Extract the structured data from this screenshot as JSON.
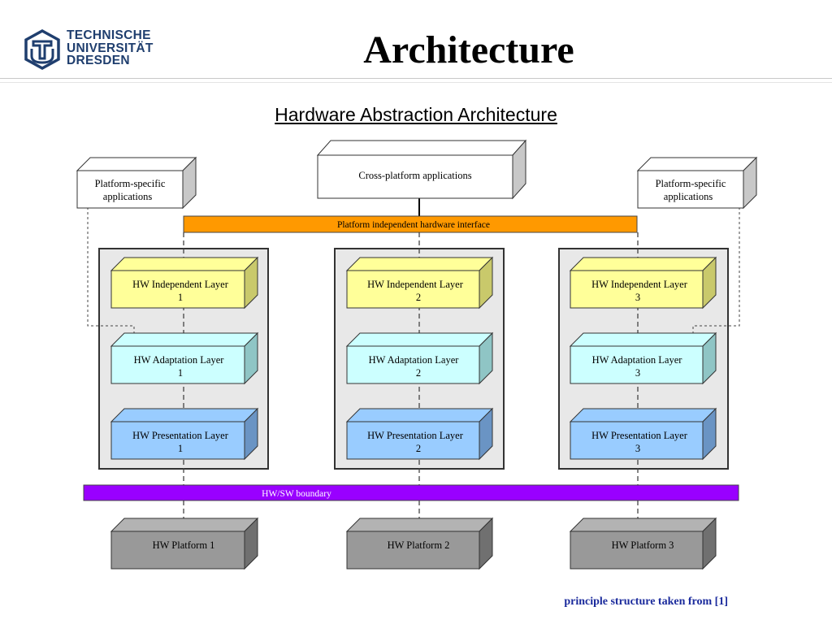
{
  "slide": {
    "title": "Architecture",
    "subtitle": "Hardware Abstraction Architecture",
    "footnote": "principle structure taken from [1]"
  },
  "logo": {
    "lines": [
      "TECHNISCHE",
      "UNIVERSITÄT",
      "DRESDEN"
    ]
  },
  "diagram": {
    "cross_platform": "Cross-platform applications",
    "platform_specific_line1": "Platform-specific",
    "platform_specific_line2": "applications",
    "interface_bar": "Platform independent hardware interface",
    "boundary_bar": "HW/SW boundary",
    "layers": {
      "independent": "HW Independent Layer",
      "adaptation": "HW Adaptation Layer",
      "presentation": "HW Presentation Layer"
    },
    "columns": [
      "1",
      "2",
      "3"
    ],
    "platforms": [
      "HW Platform 1",
      "HW Platform 2",
      "HW Platform 3"
    ],
    "colors": {
      "independent": "#ffff99",
      "adaptation": "#ccffff",
      "presentation": "#99ccff",
      "platform": "#999999",
      "interface_bar": "#ff9900",
      "boundary_bar": "#9900ff",
      "column_bg": "#e8e8e8",
      "logo": "#1f3e6e",
      "footnote": "#1a2a9c"
    }
  }
}
